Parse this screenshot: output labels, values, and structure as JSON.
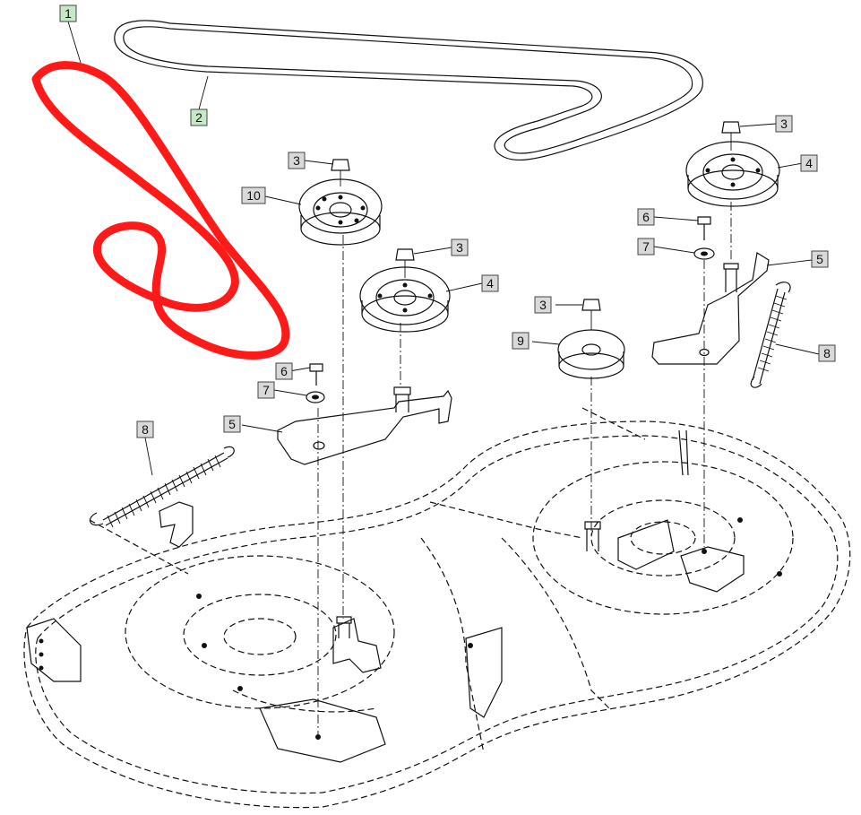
{
  "callouts": [
    {
      "id": "c1",
      "label": "1",
      "highlighted": true
    },
    {
      "id": "c2",
      "label": "2",
      "highlighted": true
    },
    {
      "id": "c3a",
      "label": "3"
    },
    {
      "id": "c3b",
      "label": "3"
    },
    {
      "id": "c3c",
      "label": "3"
    },
    {
      "id": "c3d",
      "label": "3"
    },
    {
      "id": "c4a",
      "label": "4"
    },
    {
      "id": "c4b",
      "label": "4"
    },
    {
      "id": "c5a",
      "label": "5"
    },
    {
      "id": "c5b",
      "label": "5"
    },
    {
      "id": "c6a",
      "label": "6"
    },
    {
      "id": "c6b",
      "label": "6"
    },
    {
      "id": "c7a",
      "label": "7"
    },
    {
      "id": "c7b",
      "label": "7"
    },
    {
      "id": "c8a",
      "label": "8"
    },
    {
      "id": "c8b",
      "label": "8"
    },
    {
      "id": "c9",
      "label": "9"
    },
    {
      "id": "c10",
      "label": "10"
    }
  ],
  "colors": {
    "callout_default": "#d9d9d9",
    "callout_highlight": "#c6e8c6",
    "belt_highlight": "#ff1a1a",
    "line": "#111111"
  }
}
